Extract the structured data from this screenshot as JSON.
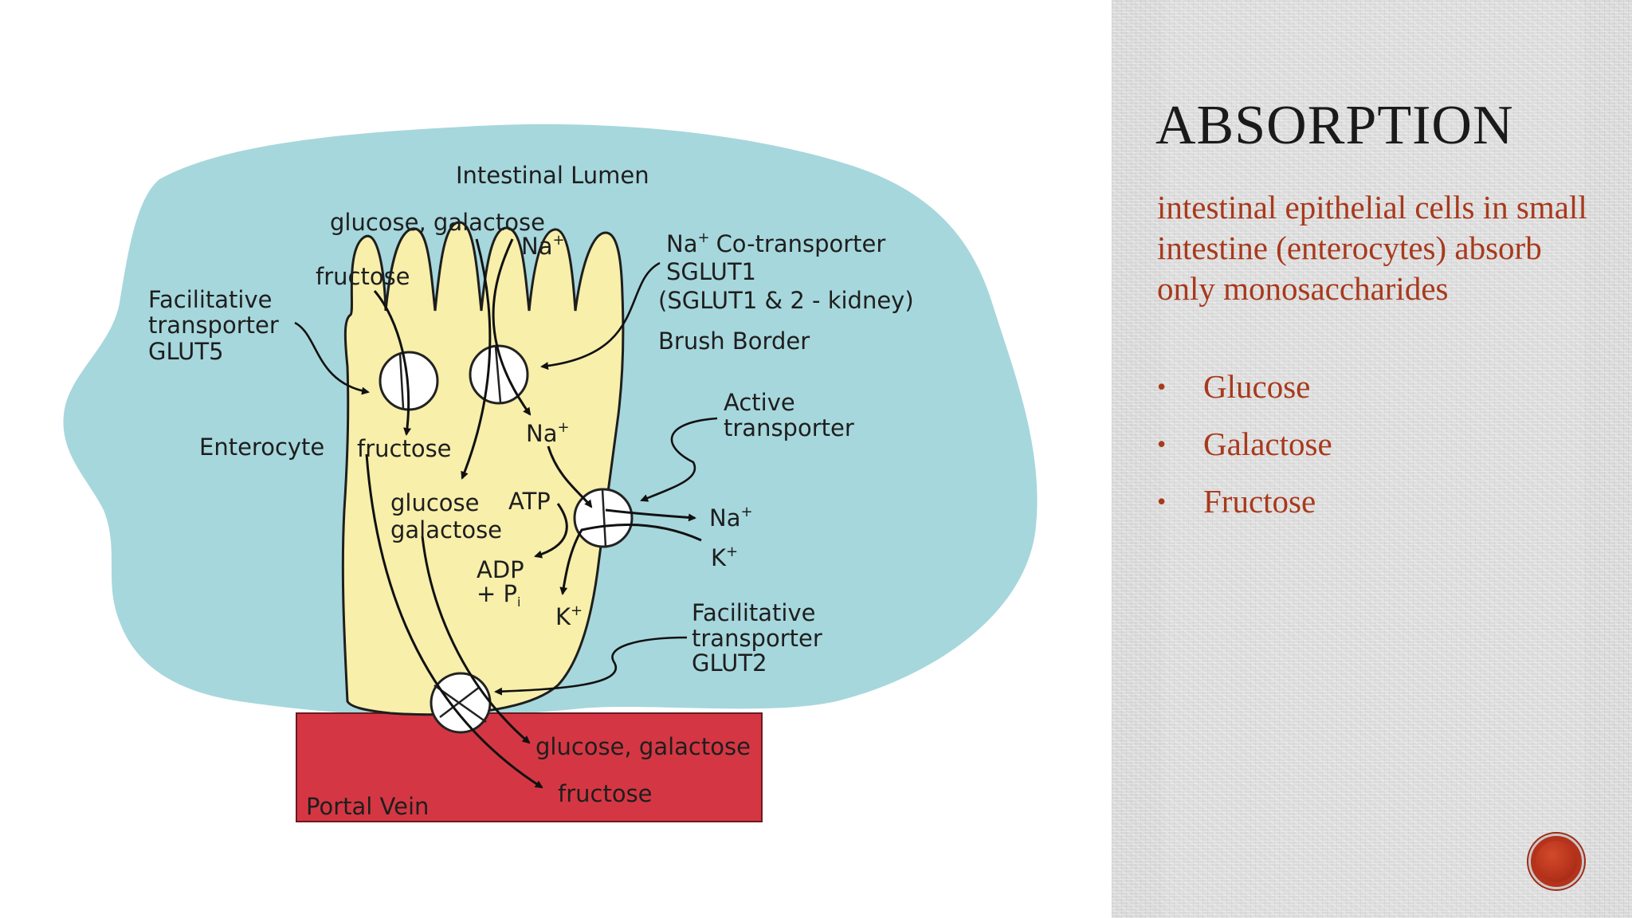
{
  "colors": {
    "lumen_fill": "#a6d7dc",
    "cell_fill": "#f7efaa",
    "vein_fill": "#d43743",
    "text_accent": "#a8391c",
    "title_color": "#1a1a1a",
    "panel_bg": "#d9d9d9",
    "next_button": "#b5321b"
  },
  "diagram": {
    "intestinal_lumen": "Intestinal Lumen",
    "glucose_galactose_top": "glucose, galactose",
    "na_plus_top": "Na",
    "fructose_top": "fructose",
    "na_co_transporter": "Na",
    "co_transporter": "Co-transporter",
    "sglut1": "SGLUT1",
    "sglut_kidney": "(SGLUT1 & 2 - kidney)",
    "brush_border": "Brush Border",
    "facilitative_1": "Facilitative",
    "transporter_1": "transporter",
    "glut5": "GLUT5",
    "enterocyte": "Enterocyte",
    "fructose_mid": "fructose",
    "na_plus_mid": "Na",
    "active": "Active",
    "transporter_active": "transporter",
    "glucose_mid": "glucose",
    "galactose_mid": "galactose",
    "atp": "ATP",
    "na_plus_right": "Na",
    "k_plus_right": "K",
    "adp": "ADP",
    "plus_p": "+ P",
    "p_subscript": "i",
    "k_plus_low": "K",
    "facilitative_2": "Facilitative",
    "transporter_2": "transporter",
    "glut2": "GLUT2",
    "glucose_galactose_bottom": "glucose, galactose",
    "fructose_bottom": "fructose",
    "portal_vein": "Portal Vein",
    "plus_sign": "+"
  },
  "panel": {
    "title": "ABSORPTION",
    "intro": "intestinal epithelial cells in small intestine (enterocytes) absorb only monosaccharides",
    "bullet_symbol": "•",
    "bullets": [
      "Glucose",
      "Galactose",
      "Fructose"
    ]
  },
  "icons": {
    "next": "next-slide-icon"
  }
}
